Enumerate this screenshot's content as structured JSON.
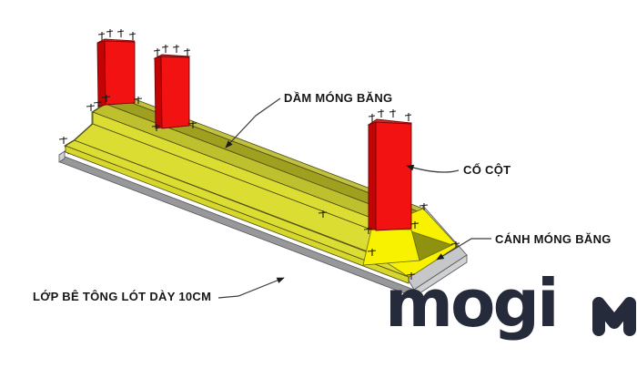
{
  "diagram": {
    "labels": {
      "beam": "DẦM MÓNG BĂNG",
      "column_neck": "CỔ CỘT",
      "wing": "CÁNH MÓNG BĂNG",
      "lining_layer": "LỚP BÊ TÔNG LÓT DÀY 10CM"
    },
    "colors": {
      "footing_yellow": "#dcdd33",
      "wing_yellow": "#f8f200",
      "beam_top_olive": "#bec02e",
      "slope_shadow_olive": "#9fa01f",
      "end_face_pale": "#e6e79c",
      "lining_gray": "#98989a",
      "column_red": "#f21212",
      "column_red_dark": "#c40404"
    }
  },
  "branding": {
    "logo_text": "mogi",
    "logo_color": "#262b3b"
  }
}
